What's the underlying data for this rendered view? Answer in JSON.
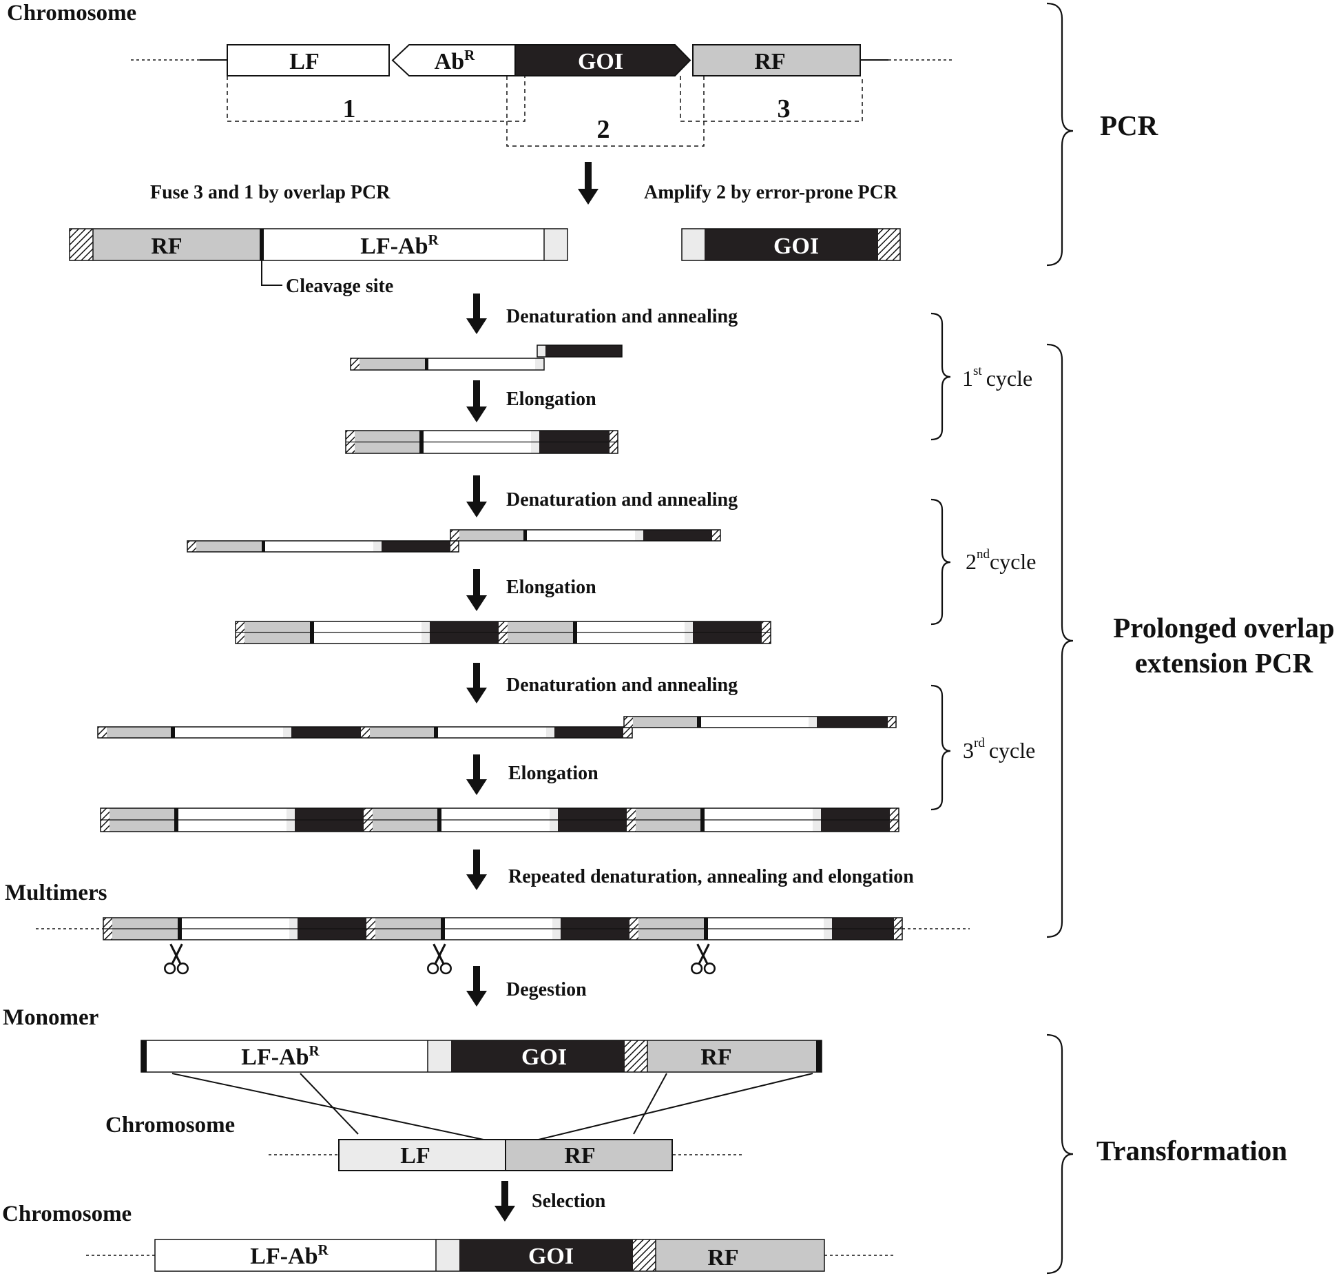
{
  "colors": {
    "ink": "#111111",
    "gray": "#c8c8c8",
    "light": "#ebebeb",
    "black": "#231f20",
    "white": "#ffffff"
  },
  "labels": {
    "chromosome_top": "Chromosome",
    "lf": "LF",
    "abr": "Ab",
    "abr_sup": "R",
    "goi": "GOI",
    "rf": "RF",
    "frag1": "1",
    "frag2": "2",
    "frag3": "3",
    "fuse_text": "Fuse 3 and 1 by overlap PCR",
    "amplify_text": "Amplify 2 by error-prone PCR",
    "lf_abr": "LF-Ab",
    "cleavage_site": "Cleavage site",
    "denat_anneal": "Denaturation and annealing",
    "elongation": "Elongation",
    "cycle1_num": "1",
    "cycle1_sup": "st",
    "cycle2_num": "2",
    "cycle2_sup": "nd",
    "cycle3_num": "3",
    "cycle3_sup": "rd",
    "cycle_word": "cycle",
    "repeated": "Repeated denaturation, annealing and elongation",
    "multimers": "Multimers",
    "degestion": "Degestion",
    "monomer": "Monomer",
    "chromosome_mid": "Chromosome",
    "selection": "Selection",
    "chromosome_bottom": "Chromosome",
    "pcr": "PCR",
    "prolonged_1": "Prolonged overlap",
    "prolonged_2": "extension PCR",
    "transformation": "Transformation"
  },
  "icons": {
    "scissors": "scissors-icon",
    "arrow": "down-arrow-icon"
  }
}
